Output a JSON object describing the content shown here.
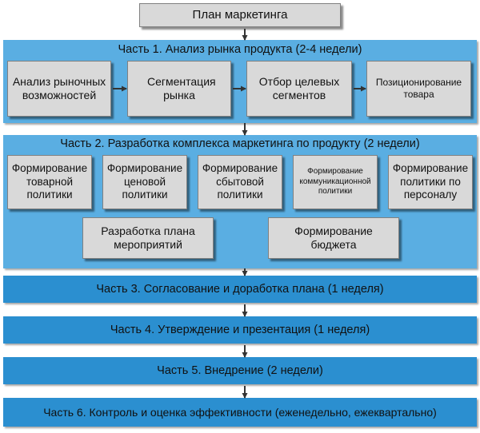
{
  "title": "План маркетинга",
  "part1": {
    "title": "Часть 1. Анализ рынка продукта (2-4 недели)",
    "steps": [
      "Анализ рыночных возможностей",
      "Сегментация рынка",
      "Отбор целевых сегментов",
      "Позиционирование товара"
    ]
  },
  "part2": {
    "title": "Часть 2. Разработка комплекса маркетинга по продукту (2 недели)",
    "policies": [
      "Формирование товарной политики",
      "Формирование ценовой политики",
      "Формирование сбытовой политики",
      "Формирование коммуникационной политики",
      "Формирование политики по персоналу"
    ],
    "bottom": [
      "Разработка плана мероприятий",
      "Формирование бюджета"
    ]
  },
  "part3": "Часть 3. Согласование и доработка плана (1 неделя)",
  "part4": "Часть 4. Утверждение и презентация (1 неделя)",
  "part5": "Часть 5. Внедрение (2 недели)",
  "part6": "Часть 6. Контроль и оценка эффективности (еженедельно, ежеквартально)",
  "colors": {
    "band_dark": "#2b8fd0",
    "band_light": "#5aaee2",
    "box": "#d9d9d9",
    "arrow": "#333333"
  }
}
